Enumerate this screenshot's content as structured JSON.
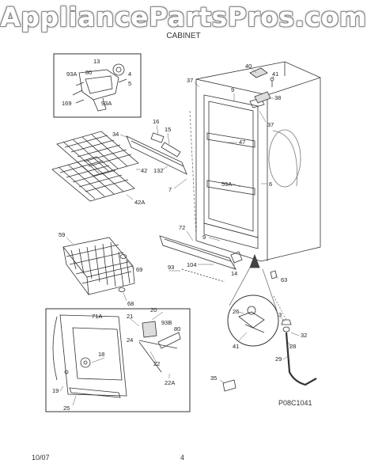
{
  "watermark": "AppliancePartsPros.com",
  "header": {
    "subtitle": "CABINET"
  },
  "footer": {
    "date": "10/07",
    "page_number": "4",
    "diagram_code": "P08C1041"
  },
  "callouts": {
    "c40": "40",
    "c41": "41",
    "c38": "38",
    "c37a": "37",
    "c9a": "9",
    "c37b": "37",
    "c16": "16",
    "c15": "15",
    "c34": "34",
    "c47": "47",
    "c42": "42",
    "c132": "132",
    "c7": "7",
    "c59A": "59A",
    "c6": "6",
    "c42A": "42A",
    "c72": "72",
    "c9b": "9",
    "c59": "59",
    "c69": "69",
    "c104": "104",
    "c14": "14",
    "c93": "93",
    "c63": "63",
    "c68": "68",
    "c20": "20",
    "c71A": "71A",
    "c21": "21",
    "c93B": "93B",
    "c80b": "80",
    "c24": "24",
    "c18": "18",
    "c22": "22",
    "c22A": "22A",
    "c19": "19",
    "c25": "25",
    "c26": "26",
    "c3": "3",
    "c32": "32",
    "c41b": "41",
    "c28": "28",
    "c29": "29",
    "c35": "35",
    "inset13": "13",
    "inset93Aa": "93A",
    "inset80": "80",
    "inset4": "4",
    "inset5": "5",
    "inset169": "169",
    "inset93Ab": "93A"
  }
}
